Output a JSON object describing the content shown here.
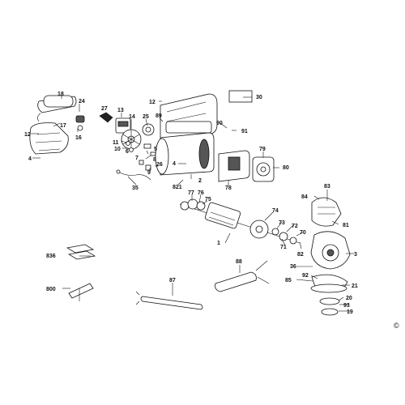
{
  "copyright": "©",
  "parts": [
    {
      "key": "p18",
      "label": "18"
    },
    {
      "key": "p24",
      "label": "24"
    },
    {
      "key": "p17",
      "label": "17"
    },
    {
      "key": "p12a",
      "label": "12"
    },
    {
      "key": "p16",
      "label": "16"
    },
    {
      "key": "p4a",
      "label": "4"
    },
    {
      "key": "p27",
      "label": "27"
    },
    {
      "key": "p13",
      "label": "13"
    },
    {
      "key": "p14",
      "label": "14"
    },
    {
      "key": "p25",
      "label": "25"
    },
    {
      "key": "p12b",
      "label": "12"
    },
    {
      "key": "p89",
      "label": "89"
    },
    {
      "key": "p11",
      "label": "11"
    },
    {
      "key": "p10",
      "label": "10"
    },
    {
      "key": "p6",
      "label": "6"
    },
    {
      "key": "p5",
      "label": "5"
    },
    {
      "key": "p7",
      "label": "7"
    },
    {
      "key": "p8",
      "label": "8"
    },
    {
      "key": "p9",
      "label": "9"
    },
    {
      "key": "p26",
      "label": "26"
    },
    {
      "key": "p35",
      "label": "35"
    },
    {
      "key": "p4b",
      "label": "4"
    },
    {
      "key": "p2",
      "label": "2"
    },
    {
      "key": "p821",
      "label": "821"
    },
    {
      "key": "p30",
      "label": "30"
    },
    {
      "key": "p90",
      "label": "90"
    },
    {
      "key": "p91",
      "label": "91"
    },
    {
      "key": "p79",
      "label": "79"
    },
    {
      "key": "p80",
      "label": "80"
    },
    {
      "key": "p78",
      "label": "78"
    },
    {
      "key": "p83",
      "label": "83"
    },
    {
      "key": "p84",
      "label": "84"
    },
    {
      "key": "p81",
      "label": "81"
    },
    {
      "key": "p77",
      "label": "77"
    },
    {
      "key": "p76",
      "label": "76"
    },
    {
      "key": "p75",
      "label": "75"
    },
    {
      "key": "p74",
      "label": "74"
    },
    {
      "key": "p73",
      "label": "73"
    },
    {
      "key": "p72",
      "label": "72"
    },
    {
      "key": "p70",
      "label": "70"
    },
    {
      "key": "p71",
      "label": "71"
    },
    {
      "key": "p82",
      "label": "82"
    },
    {
      "key": "p1",
      "label": "1"
    },
    {
      "key": "p3",
      "label": "3"
    },
    {
      "key": "p36",
      "label": "36"
    },
    {
      "key": "p836",
      "label": "836"
    },
    {
      "key": "p88",
      "label": "88"
    },
    {
      "key": "p85",
      "label": "85"
    },
    {
      "key": "p92",
      "label": "92"
    },
    {
      "key": "p21",
      "label": "21"
    },
    {
      "key": "p20",
      "label": "20"
    },
    {
      "key": "p93",
      "label": "93"
    },
    {
      "key": "p19",
      "label": "19"
    },
    {
      "key": "p800",
      "label": "800"
    },
    {
      "key": "p87",
      "label": "87"
    }
  ]
}
